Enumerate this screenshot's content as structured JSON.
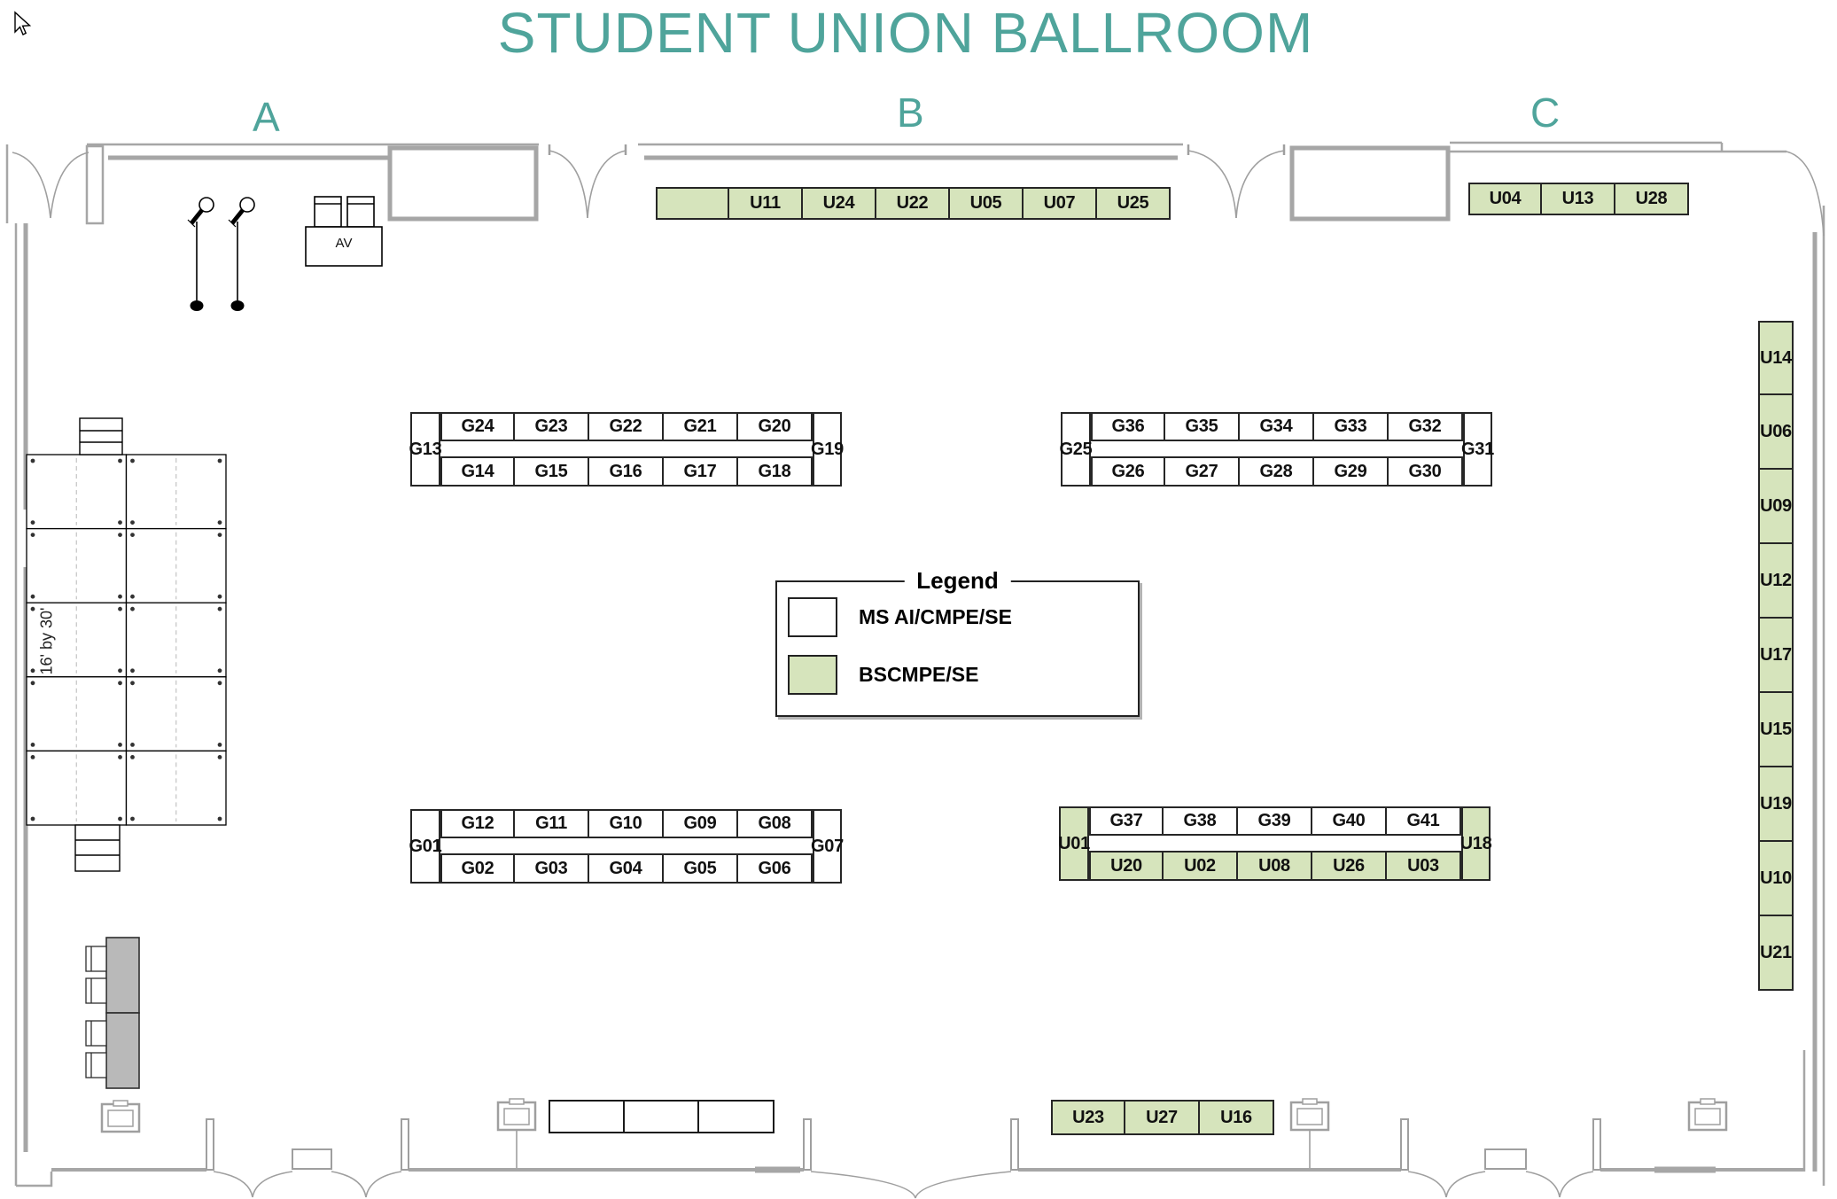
{
  "title": "STUDENT UNION BALLROOM",
  "sections": {
    "a": "A",
    "b": "B",
    "c": "C"
  },
  "legend": {
    "title": "Legend",
    "items": [
      {
        "label": "MS AI/CMPE/SE",
        "category": "ms",
        "color": "#ffffff"
      },
      {
        "label": "BSCMPE/SE",
        "category": "bs",
        "color": "#d6e4bc"
      }
    ]
  },
  "stage": {
    "size_label": "16' by 30'"
  },
  "av": {
    "label": "AV"
  },
  "booth_rows": {
    "top_b": [
      "",
      "U11",
      "U24",
      "U22",
      "U05",
      "U07",
      "U25"
    ],
    "top_c": [
      "U04",
      "U13",
      "U28"
    ],
    "right_column": [
      "U14",
      "U06",
      "U09",
      "U12",
      "U17",
      "U15",
      "U19",
      "U10",
      "U21"
    ],
    "bottom": [
      "U23",
      "U27",
      "U16"
    ]
  },
  "clusters": {
    "top_left": {
      "left": "G13",
      "top": [
        "G24",
        "G23",
        "G22",
        "G21",
        "G20"
      ],
      "bottom": [
        "G14",
        "G15",
        "G16",
        "G17",
        "G18"
      ],
      "right": "G19"
    },
    "top_right": {
      "left": "G25",
      "top": [
        "G36",
        "G35",
        "G34",
        "G33",
        "G32"
      ],
      "bottom": [
        "G26",
        "G27",
        "G28",
        "G29",
        "G30"
      ],
      "right": "G31"
    },
    "bottom_left": {
      "left": "G01",
      "top": [
        "G12",
        "G11",
        "G10",
        "G09",
        "G08"
      ],
      "bottom": [
        "G02",
        "G03",
        "G04",
        "G05",
        "G06"
      ],
      "right": "G07"
    },
    "bottom_right": {
      "left": "U01",
      "top": [
        "G37",
        "G38",
        "G39",
        "G40",
        "G41"
      ],
      "bottom": [
        "U20",
        "U02",
        "U08",
        "U26",
        "U03"
      ],
      "right": "U18"
    }
  },
  "colors": {
    "accent_teal": "#4FA49B",
    "booth_green": "#d6e4bc",
    "wall_gray": "#a6a6a6"
  }
}
